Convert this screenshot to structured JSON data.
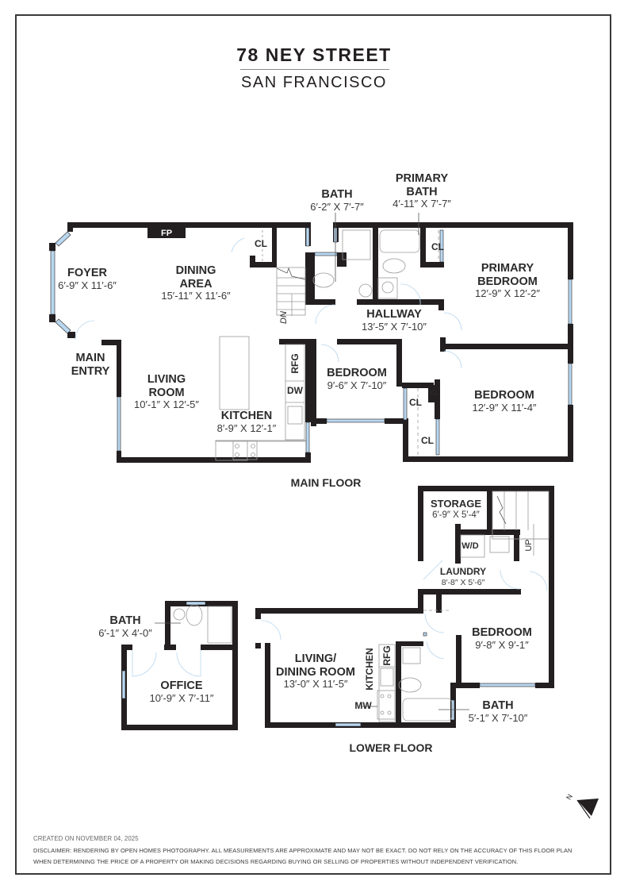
{
  "header": {
    "title": "78 NEY STREET",
    "subtitle": "SAN FRANCISCO"
  },
  "main_floor": {
    "label": "MAIN FLOOR",
    "rooms": [
      {
        "id": "foyer",
        "name": "FOYER",
        "dims": "6′-9″ X 11′-6″"
      },
      {
        "id": "dining",
        "name_line1": "DINING",
        "name_line2": "AREA",
        "dims": "15′-11″ X 11′-6″"
      },
      {
        "id": "bath",
        "name": "BATH",
        "dims": "6′-2″ X 7′-7″"
      },
      {
        "id": "primary_bath",
        "name_line1": "PRIMARY",
        "name_line2": "BATH",
        "dims": "4′-11″ X 7′-7″"
      },
      {
        "id": "primary_bedroom",
        "name_line1": "PRIMARY",
        "name_line2": "BEDROOM",
        "dims": "12′-9″ X 12′-2″"
      },
      {
        "id": "hallway",
        "name": "HALLWAY",
        "dims": "13′-5″ X 7′-10″"
      },
      {
        "id": "main_entry",
        "name_line1": "MAIN",
        "name_line2": "ENTRY"
      },
      {
        "id": "living",
        "name_line1": "LIVING",
        "name_line2": "ROOM",
        "dims": "10′-1″ X 12′-5″"
      },
      {
        "id": "kitchen",
        "name": "KITCHEN",
        "dims": "8′-9″ X 12′-1″"
      },
      {
        "id": "bedroom2",
        "name": "BEDROOM",
        "dims": "9′-6″ X 7′-10″"
      },
      {
        "id": "bedroom3",
        "name": "BEDROOM",
        "dims": "12′-9″ X 11′-4″"
      }
    ],
    "fixtures": {
      "fireplace": "FP",
      "closet": "CL",
      "refrigerator": "RFG",
      "dishwasher": "DW",
      "stairs_down": "DN"
    }
  },
  "lower_floor": {
    "label": "LOWER FLOOR",
    "rooms": [
      {
        "id": "storage",
        "name": "STORAGE",
        "dims": "6′-9″ X 5′-4″"
      },
      {
        "id": "laundry",
        "name": "LAUNDRY",
        "dims": "8′-8″ X 5′-6″"
      },
      {
        "id": "bedroom",
        "name": "BEDROOM",
        "dims": "9′-8″ X 9′-1″"
      },
      {
        "id": "living_dining",
        "name_line1": "LIVING/",
        "name_line2": "DINING ROOM",
        "dims": "13′-0″ X 11′-5″"
      },
      {
        "id": "bath",
        "name": "BATH",
        "dims": "5′-1″ X 7′-10″"
      },
      {
        "id": "office_bath",
        "name": "BATH",
        "dims": "6′-1″ X 4′-0″"
      },
      {
        "id": "office",
        "name": "OFFICE",
        "dims": "10′-9″ X 7′-11″"
      }
    ],
    "fixtures": {
      "washer_dryer": "W/D",
      "stairs_up": "UP",
      "kitchen": "KITCHEN",
      "refrigerator": "RFG",
      "microwave": "MW"
    }
  },
  "compass": {
    "label": "N"
  },
  "footer": {
    "created": "CREATED ON NOVEMBER 04, 2025",
    "disclaimer_line1": "DISCLAIMER: RENDERING BY OPEN HOMES PHOTOGRAPHY. ALL MEASUREMENTS ARE APPROXIMATE AND MAY NOT BE EXACT. DO NOT RELY ON THE ACCURACY OF THIS FLOOR PLAN",
    "disclaimer_line2": "WHEN DETERMINING THE PRICE OF A PROPERTY OR MAKING DECISIONS REGARDING BUYING OR SELLING OF PROPERTIES WITHOUT INDEPENDENT VERIFICATION."
  },
  "colors": {
    "wall": "#231f20",
    "window": "#b9d7ef",
    "fixture_line": "#9a9a9a",
    "door_arc": "#b9d7ef"
  }
}
